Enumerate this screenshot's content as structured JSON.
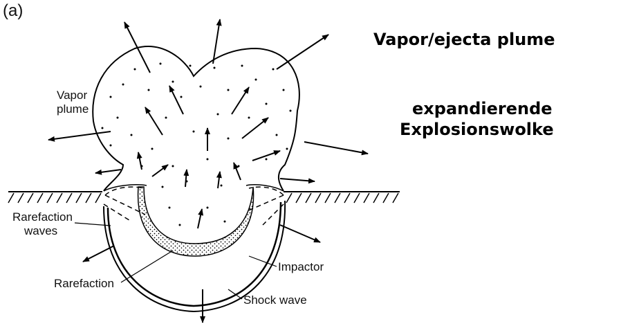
{
  "panel_label": "(a)",
  "titles": {
    "english": "Vapor/ejecta plume",
    "german_line1": "expandierende",
    "german_line2": "Explosionswolke"
  },
  "labels": {
    "vapor_plume_line1": "Vapor",
    "vapor_plume_line2": "plume",
    "rarefaction_waves_line1": "Rarefaction",
    "rarefaction_waves_line2": "waves",
    "rarefaction": "Rarefaction",
    "impactor": "Impactor",
    "shock_wave": "Shock wave"
  }
}
